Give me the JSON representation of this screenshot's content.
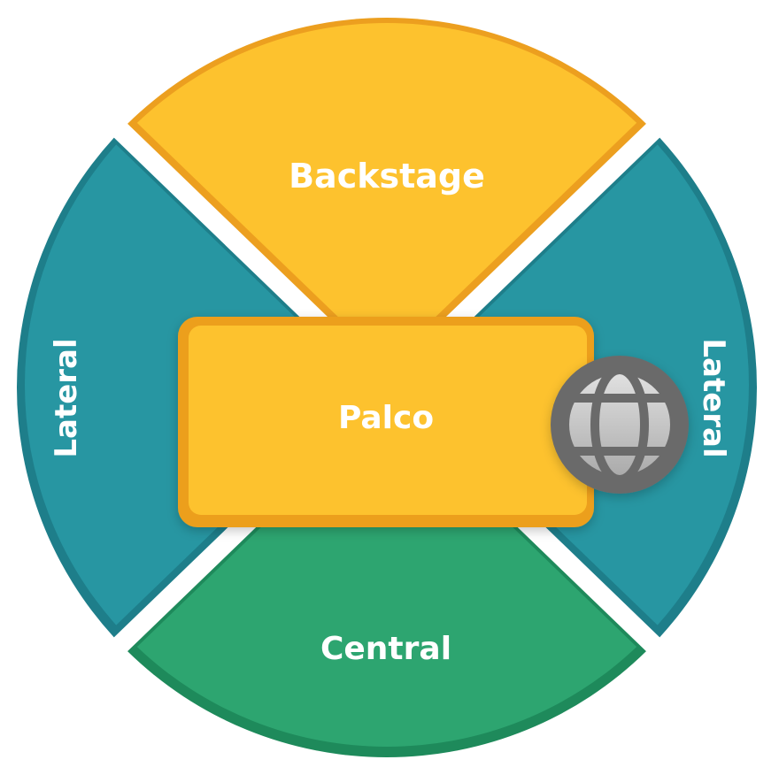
{
  "diagram": {
    "zones": [
      {
        "id": "backstage",
        "label": "Backstage",
        "color": "#FDC22E",
        "edge": "#EC9F1F"
      },
      {
        "id": "lateral-left",
        "label": "Lateral",
        "color": "#2796A2",
        "edge": "#1E7E8A"
      },
      {
        "id": "lateral-right",
        "label": "Lateral",
        "color": "#2796A2",
        "edge": "#1E7E8A"
      },
      {
        "id": "central",
        "label": "Central",
        "color": "#2DA570",
        "edge": "#1E8A5B"
      }
    ],
    "stage": {
      "label": "Palco",
      "color": "#FDC22E",
      "edge": "#EC9F1F"
    },
    "badge": {
      "icon": "globe-icon",
      "color": "#6B6B6B",
      "fill": "#C9C9C9"
    }
  }
}
